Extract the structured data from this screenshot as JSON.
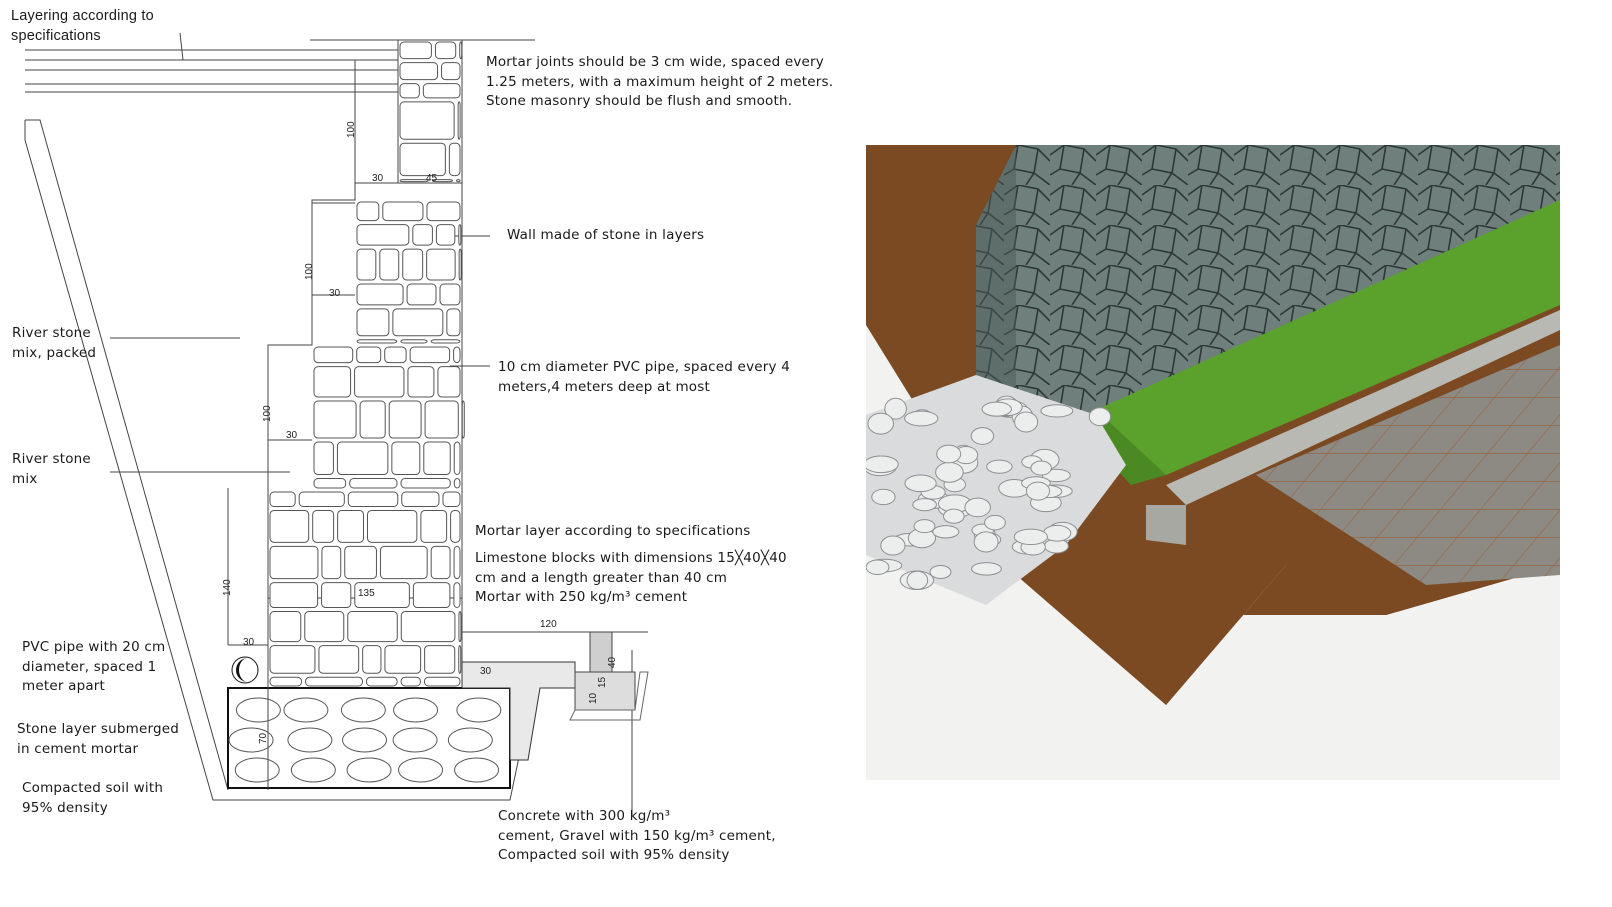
{
  "labels": {
    "layering": "Layering according to\nspecifications",
    "mortar_joints": "Mortar joints should be 3 cm wide, spaced every\n1.25 meters, with a maximum height of 2 meters.\nStone masonry should be flush and smooth.",
    "wall_layers": "Wall made of stone in layers",
    "river_packed": "River stone\nmix, packed",
    "pvc_10": "10 cm diameter PVC pipe, spaced every 4\nmeters,4 meters deep at most",
    "river_mix": "River stone\nmix",
    "mortar_layer": "Mortar layer according to specifications",
    "limestone": "Limestone blocks with dimensions 15╳40╳40\ncm and a length greater than 40 cm\nMortar with 250 kg/m³ cement",
    "pvc_20": "PVC pipe with 20 cm\ndiameter, spaced 1\nmeter apart",
    "stone_layer": "Stone layer submerged\nin cement mortar",
    "compacted": "Compacted soil with\n95% density",
    "concrete": "Concrete with 300 kg/m³\ncement, Gravel with 150 kg/m³ cement,\nCompacted soil with 95% density"
  },
  "dimensions": {
    "top_height": "100",
    "top_w1": "30",
    "top_w2": "45",
    "mid_height": "100",
    "mid_w": "30",
    "low_height": "100",
    "low_w": "30",
    "base_height": "140",
    "base_w": "30",
    "wall_w": "135",
    "footing_h": "70",
    "slab_w": "120",
    "gravel": "30",
    "curb_a": "40",
    "curb_b": "15",
    "curb_c": "10"
  },
  "colors": {
    "soil": "#7a4a22",
    "stone": "#6f7f7c",
    "grass": "#5aa22c",
    "concrete": "#b9b9b4"
  }
}
